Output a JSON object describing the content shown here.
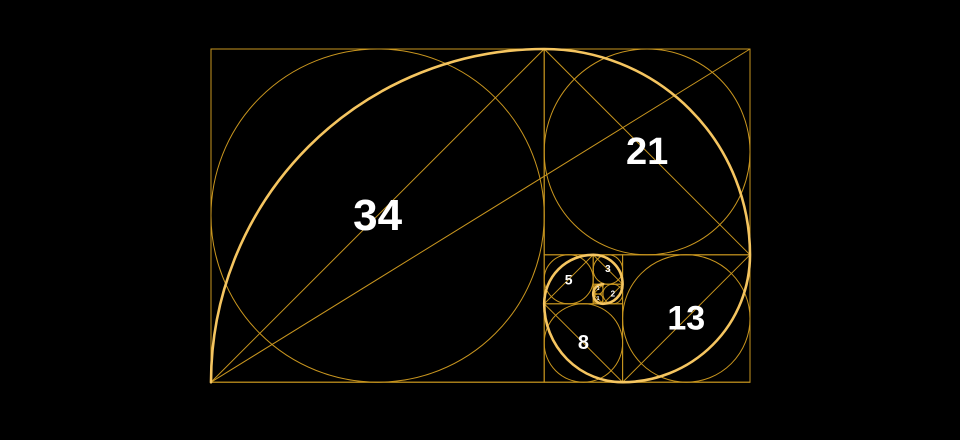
{
  "colors": {
    "background": "#000000",
    "line": "#c9961f",
    "spiral": "#f5c560",
    "label": "#ffffff"
  },
  "squares": [
    {
      "label": "34"
    },
    {
      "label": "21"
    },
    {
      "label": "13"
    },
    {
      "label": "8"
    },
    {
      "label": "5"
    },
    {
      "label": "3"
    },
    {
      "label": "2"
    },
    {
      "label": "1"
    },
    {
      "label": "1"
    }
  ]
}
